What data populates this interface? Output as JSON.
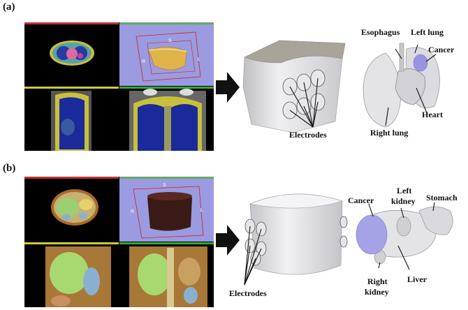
{
  "panels": [
    {
      "id": "a",
      "label": "(a)",
      "electrode_label": "Electrodes",
      "organ_labels": {
        "esophagus": "Esophagus",
        "left_lung": "Left lung",
        "cancer": "Cancer",
        "heart": "Heart",
        "right_lung": "Right lung"
      }
    },
    {
      "id": "b",
      "label": "(b)",
      "electrode_label": "Electrodes",
      "organ_labels": {
        "cancer": "Cancer",
        "left_kidney_line1": "Left",
        "left_kidney_line2": "kidney",
        "stomach": "Stomach",
        "liver": "Liver",
        "right_kidney_line1": "Right",
        "right_kidney_line2": "kidney"
      }
    }
  ],
  "viewer_axis_letters": {
    "superior": "S",
    "left": "L",
    "right": "R"
  },
  "colors": {
    "viewer_background": "#000000",
    "view3d_background": "#9a9be0",
    "segmentation_yellow": "#d8d23a",
    "segmentation_green": "#8fd17a",
    "lung_blue": "#1a2a9a",
    "cancer_purple": "#8a86d8",
    "model_gray": "#e2e2e4",
    "model_a_color": "#e0b44a",
    "model_b_color": "#3a1a14"
  }
}
